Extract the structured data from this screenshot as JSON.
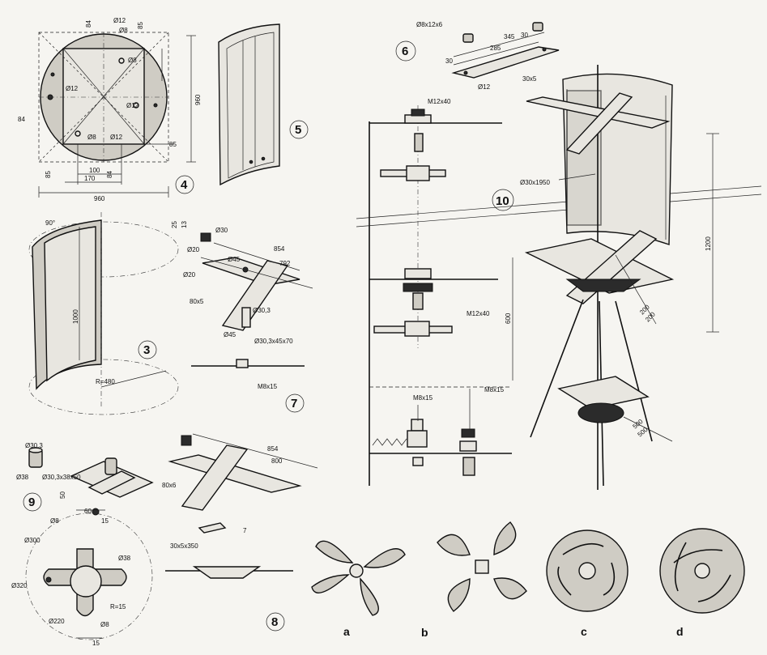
{
  "figures": {
    "f3": "3",
    "f4": "4",
    "f5": "5",
    "f6": "6",
    "f7": "7",
    "f8": "8",
    "f9": "9",
    "f10": "10"
  },
  "fig4": {
    "w": "960",
    "h": "960",
    "d12a": "Ø12",
    "d8a": "Ø8",
    "d8b": "Ø8",
    "d12b": "Ø12",
    "d12c": "Ø12",
    "d8c": "Ø8",
    "d12d": "Ø12",
    "m85a": "85",
    "m85b": "85",
    "m85c": "85",
    "m84a": "84",
    "m84b": "84",
    "m84c": "84",
    "m100": "100",
    "m170": "170",
    "w960": "960"
  },
  "fig3": {
    "angle": "90°",
    "h": "1000",
    "r": "R=480"
  },
  "fig6": {
    "bush": "Ø8x12x6",
    "l345": "345",
    "l30a": "30",
    "l285": "285",
    "l30b": "30",
    "bar": "30x5",
    "d12": "Ø12"
  },
  "fig7": {
    "d30": "Ø30",
    "d20a": "Ø20",
    "d20b": "Ø20",
    "d45a": "Ø45",
    "d45b": "Ø45",
    "l854": "854",
    "l792": "792",
    "h25": "25",
    "h13": "13",
    "bar": "80x5",
    "d303": "Ø30,3",
    "tube": "Ø30,3x45x70",
    "bolt": "M8x15"
  },
  "fig8": {
    "l854": "854",
    "l800": "800",
    "bar": "80x6",
    "strip": "30x5x350",
    "t": "7"
  },
  "fig9": {
    "d303": "Ø30,3",
    "d38a": "Ø38",
    "tube": "Ø30,3x38x50",
    "h50": "50",
    "w60": "60",
    "w15a": "15",
    "d8a": "Ø8",
    "d38b": "Ø38",
    "r300": "Ø300",
    "r320": "Ø320",
    "r220": "Ø220",
    "r15": "R=15",
    "d8b": "Ø8",
    "w15b": "15"
  },
  "fig10": {
    "bolt1": "M12x40",
    "bolt2": "M12x40",
    "shaft": "Ø30x1950",
    "m815a": "M8x15",
    "m815b": "M8x15",
    "h1200": "1200",
    "h600": "600",
    "s200": "200",
    "s200b": "200",
    "s500": "500",
    "s500b": "500"
  },
  "rotors": {
    "a": "a",
    "b": "b",
    "c": "c",
    "d": "d"
  }
}
